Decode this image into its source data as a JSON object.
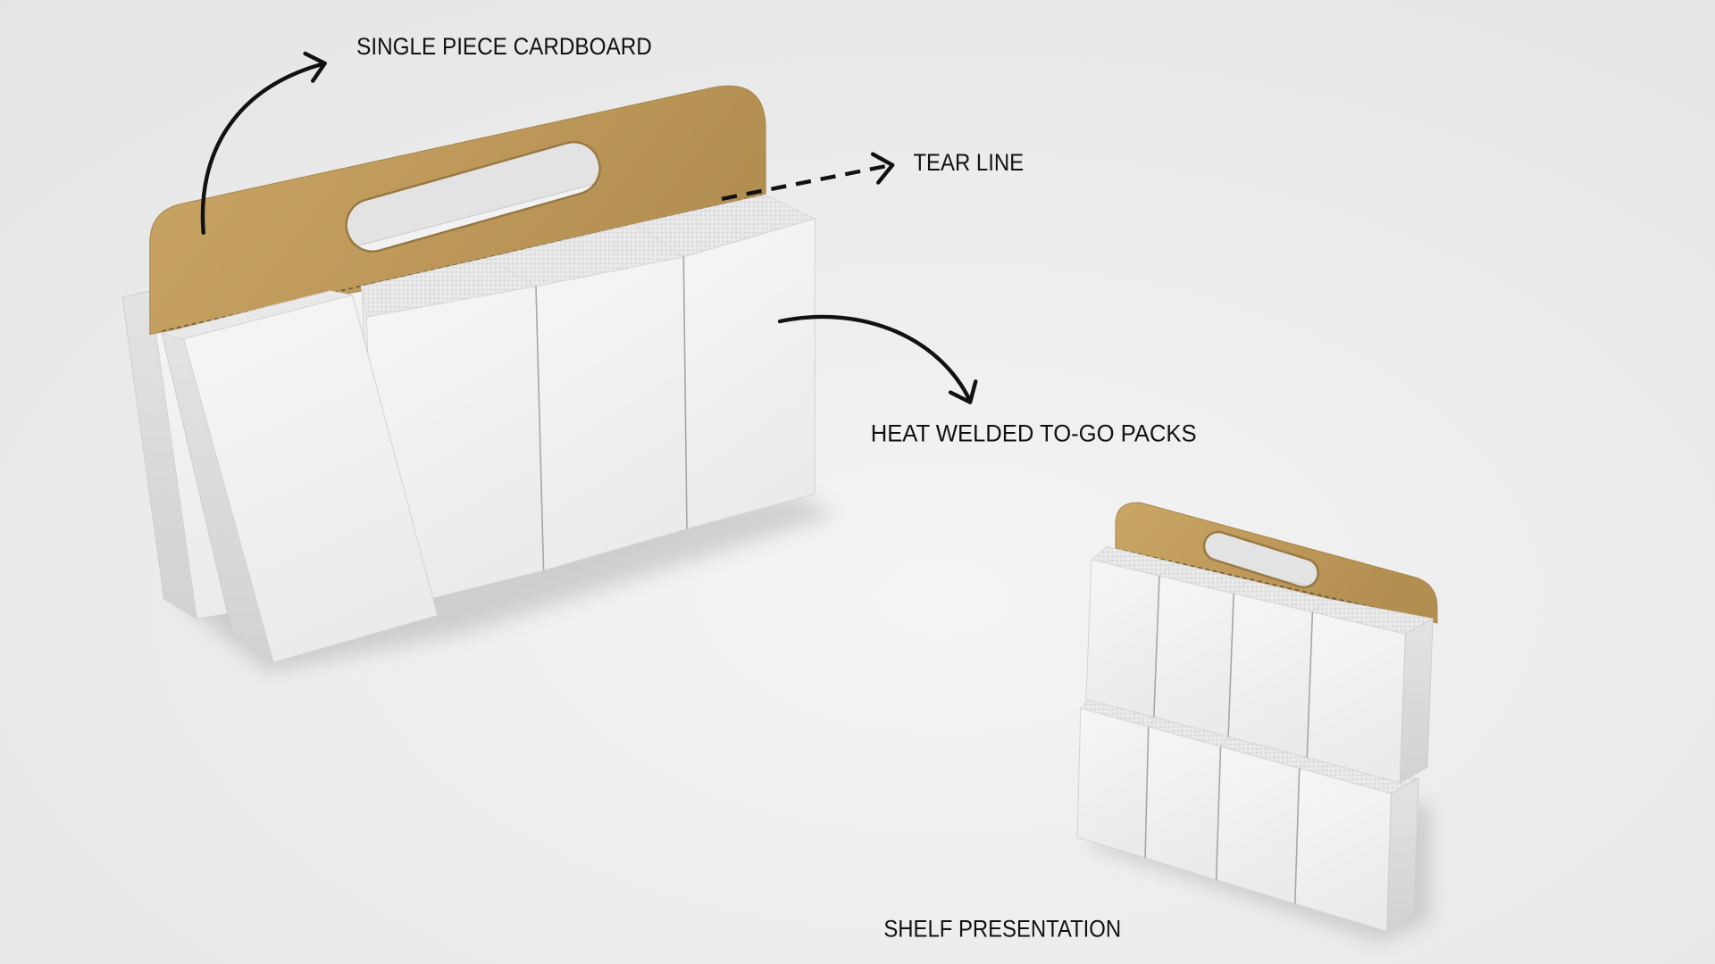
{
  "labels": {
    "single_piece_cardboard": "SINGLE PIECE CARDBOARD",
    "tear_line": "TEAR LINE",
    "heat_welded_packs": "HEAT WELDED TO-GO PACKS",
    "shelf_presentation": "SHELF PRESENTATION"
  },
  "colors": {
    "ink": "#111111",
    "cardboard_light": "#caa666",
    "cardboard_dark": "#b38e51",
    "pack_white": "#f6f6f6",
    "background": "#e4e4e4"
  }
}
